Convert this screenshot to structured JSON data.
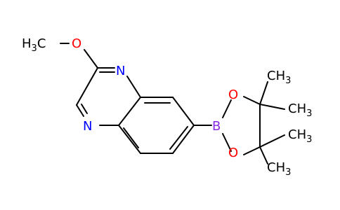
{
  "molecule": {
    "methoxy": {
      "main": "H",
      "sub": "3",
      "tail": "C"
    },
    "o_methoxy": "O",
    "n_upper": "N",
    "n_lower": "N",
    "boron": "B",
    "o_upper": "O",
    "o_lower": "O",
    "ch3_1": "CH",
    "ch3_1_sub": "3",
    "ch3_2": "CH",
    "ch3_2_sub": "3",
    "ch3_3": "CH",
    "ch3_3_sub": "3",
    "ch3_4": "CH",
    "ch3_4_sub": "3"
  },
  "colors": {
    "bond": "#000000",
    "nitrogen": "#0000ff",
    "oxygen": "#ff0000",
    "boron": "#8a2be2",
    "carbon_label": "#000000"
  }
}
